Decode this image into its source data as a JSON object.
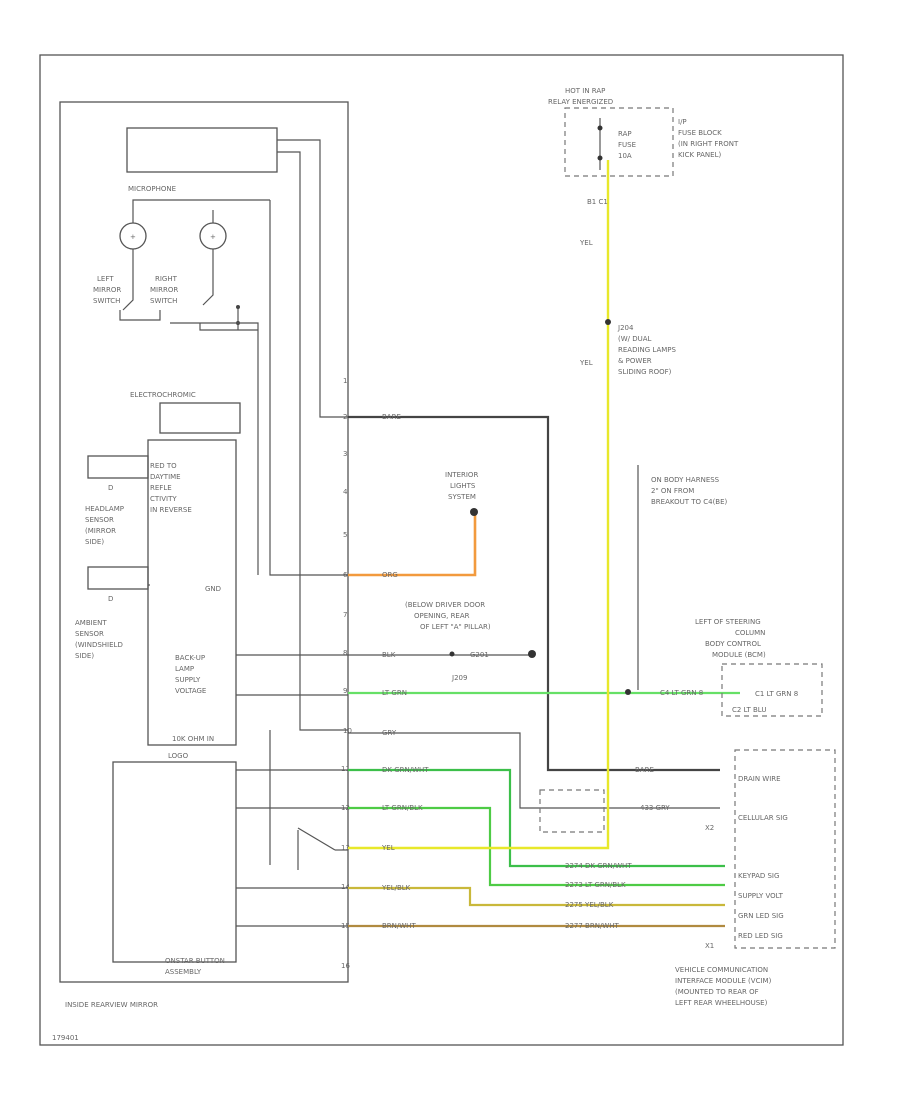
{
  "figure_id": "179401",
  "components": {
    "inside_mirror": "INSIDE REARVIEW MIRROR",
    "compass_module": "",
    "microphone": "MICROPHONE",
    "left_mirror_switch": [
      "LEFT",
      "MIRROR",
      "SWITCH"
    ],
    "right_mirror_switch": [
      "RIGHT",
      "MIRROR",
      "SWITCH"
    ],
    "electrochromic": "ELECTROCHROMIC",
    "red_text": [
      "RED TO",
      "DAYTIME",
      "REFLE",
      "CTIVITY",
      "IN REVERSE"
    ],
    "gnd": "GND",
    "backup_lamp": [
      "BACK-UP",
      "LAMP",
      "SUPPLY",
      "VOLTAGE"
    ],
    "headlamp_sensor": [
      "HEADLAMP",
      "SENSOR",
      "(MIRROR",
      "SIDE)"
    ],
    "ambient_sensor": [
      "AMBIENT",
      "SENSOR",
      "(WINDSHIELD",
      "SIDE)"
    ],
    "hi_ohm_input": "10K OHM IN",
    "onstar_button": [
      "ONSTAR BUTTON",
      "ASSEMBLY"
    ],
    "onstar_label": "LOGO",
    "hot_in_run": [
      "HOT IN RAP",
      "RELAY ENERGIZED"
    ],
    "fuse": [
      "RAP",
      "FUSE",
      "10A"
    ],
    "fuse_block": [
      "I/P",
      "FUSE BLOCK",
      "(IN RIGHT FRONT",
      "KICK PANEL)"
    ],
    "fuse_conn": "B1  C1",
    "yel_top": "YEL",
    "splice_note": [
      "J204",
      "(W/ DUAL",
      "READING LAMPS",
      "& POWER",
      "SLIDING ROOF)"
    ],
    "yel_mid": "YEL",
    "interior_lights": [
      "INTERIOR",
      "LIGHTS",
      "SYSTEM"
    ],
    "ground_note": [
      "(BELOW DRIVER DOOR",
      "OPENING, REAR",
      "OF LEFT \"A\" PILLAR)"
    ],
    "g_label": "G201",
    "j_label": "J209",
    "harness_note": [
      "ON BODY HARNESS",
      "2\" ON FROM",
      "BREAKOUT TO C4(BE)"
    ],
    "bcm_note": [
      "LEFT OF STEERING",
      "COLUMN",
      "BODY CONTROL",
      "MODULE (BCM)"
    ],
    "bcm_pins": [
      "C1 LT GRN  8",
      "C2 LT BLU"
    ],
    "vcim": [
      "VEHICLE COMMUNICATION",
      "INTERFACE MODULE (VCIM)",
      "(MOUNTED TO REAR OF",
      "LEFT REAR WHEELHOUSE)"
    ],
    "vcim_signals": [
      "DRAIN WIRE",
      "CELLULAR SIG",
      "KEYPAD SIG",
      "SUPPLY VOLT",
      "GRN LED SIG",
      "RED LED SIG"
    ],
    "vcim_conn": [
      "X2",
      "X1"
    ]
  },
  "pins": [
    "1",
    "2",
    "3",
    "4",
    "5",
    "6",
    "7",
    "8",
    "9",
    "10",
    "11",
    "12",
    "13",
    "14",
    "15",
    "16"
  ],
  "wires": [
    {
      "pin": "2",
      "color": "BARE",
      "hex": "#444444"
    },
    {
      "pin": "6",
      "color": "ORG",
      "hex": "#f29a3d"
    },
    {
      "pin": "8",
      "color": "BLK",
      "hex": "#555555"
    },
    {
      "pin": "9",
      "color": "LT GRN",
      "hex": "#66e066"
    },
    {
      "pin": "10",
      "color": "GRY",
      "hex": "#777777"
    },
    {
      "pin": "11",
      "color": "DK GRN/WHT",
      "hex": "#3cbf4a"
    },
    {
      "pin": "12",
      "color": "LT GRN/BLK",
      "hex": "#4ecb45"
    },
    {
      "pin": "13",
      "color": "YEL",
      "hex": "#e8e82a"
    },
    {
      "pin": "14",
      "color": "YEL/BLK",
      "hex": "#c9b83a"
    },
    {
      "pin": "15",
      "color": "BRN/WHT",
      "hex": "#b08a40"
    }
  ],
  "right_labels": {
    "bare": "BARE",
    "gry": "433  GRY",
    "dkgrn": "2274  DK GRN/WHT",
    "ltgrn": "2273  LT GRN/BLK",
    "yelblk": "2275  YEL/BLK",
    "brnwht": "2277  BRN/WHT",
    "ltgrn_bcm": "C4  LT GRN  8"
  },
  "colors": {
    "yellow": "#e8e82a",
    "orange": "#f29a3d",
    "green": "#66e066",
    "dark": "#444444"
  }
}
